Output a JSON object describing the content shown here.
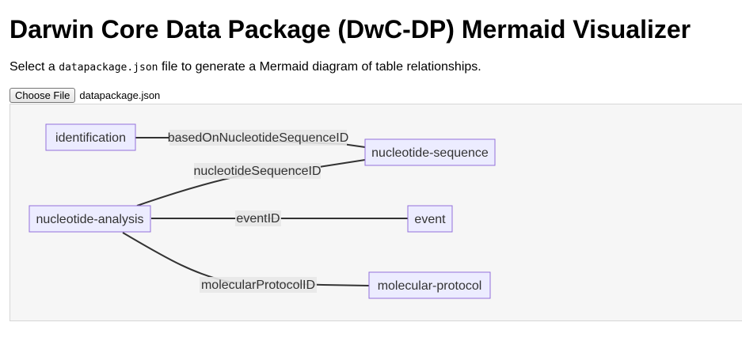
{
  "page": {
    "title": "Darwin Core Data Package (DwC-DP) Mermaid Visualizer",
    "intro_prefix": "Select a ",
    "intro_code": "datapackage.json",
    "intro_suffix": " file to generate a Mermaid diagram of table relationships."
  },
  "file_input": {
    "button_label": "Choose File",
    "selected_file": "datapackage.json"
  },
  "diagram": {
    "type": "flowchart",
    "direction": "LR",
    "nodes": {
      "identification": "identification",
      "nucleotide_sequence": "nucleotide-sequence",
      "nucleotide_analysis": "nucleotide-analysis",
      "event": "event",
      "molecular_protocol": "molecular-protocol"
    },
    "edges": [
      {
        "from": "identification",
        "to": "nucleotide-sequence",
        "label": "basedOnNucleotideSequenceID"
      },
      {
        "from": "nucleotide-analysis",
        "to": "nucleotide-sequence",
        "label": "nucleotideSequenceID"
      },
      {
        "from": "nucleotide-analysis",
        "to": "event",
        "label": "eventID"
      },
      {
        "from": "nucleotide-analysis",
        "to": "molecular-protocol",
        "label": "molecularProtocolID"
      }
    ],
    "colors": {
      "node_fill": "#ececff",
      "node_stroke": "#9370db",
      "edge": "#333333",
      "label_bg": "#e8e8e8",
      "background": "#f6f6f6"
    }
  }
}
